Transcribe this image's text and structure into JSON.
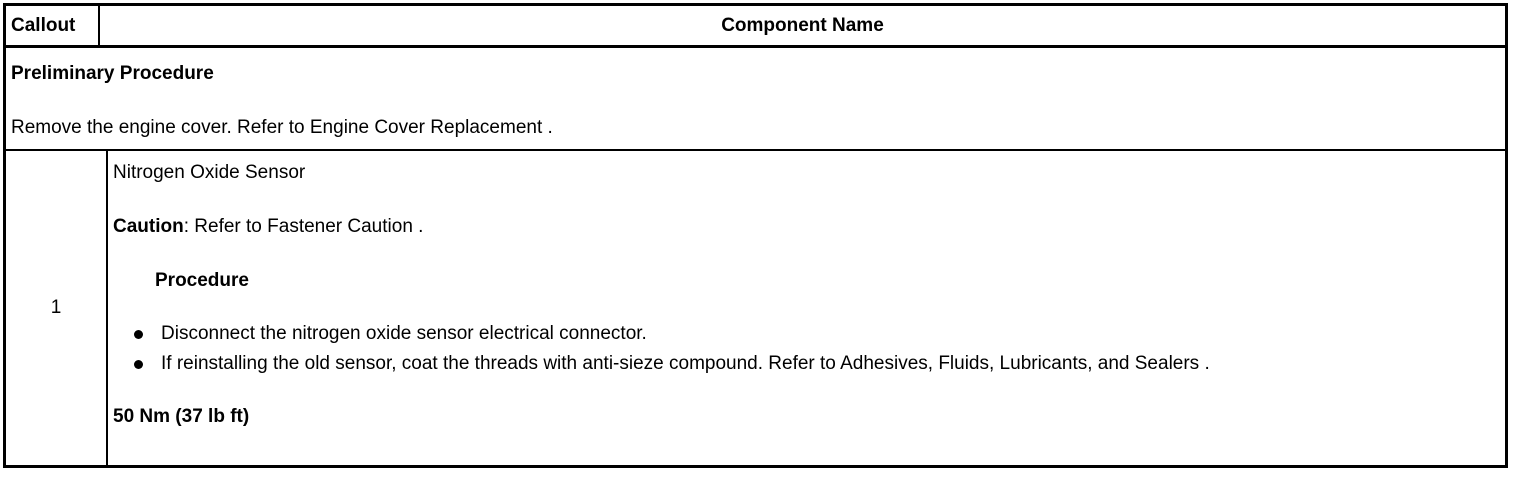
{
  "colors": {
    "background": "#ffffff",
    "text": "#000000",
    "border": "#000000"
  },
  "table": {
    "header": {
      "callout": "Callout",
      "component_name": "Component Name"
    },
    "preliminary": {
      "title": "Preliminary Procedure",
      "text": "Remove the engine cover. Refer to Engine Cover Replacement ."
    },
    "rows": [
      {
        "callout": "1",
        "component": "Nitrogen Oxide Sensor",
        "caution_label": "Caution",
        "caution_text": ": Refer to Fastener Caution .",
        "procedure_label": "Procedure",
        "bullets": [
          "Disconnect the nitrogen oxide sensor electrical connector.",
          "If reinstalling the old sensor, coat the threads with anti-sieze compound. Refer to Adhesives, Fluids, Lubricants, and Sealers ."
        ],
        "torque": "50 Nm (37 lb ft)"
      }
    ]
  }
}
